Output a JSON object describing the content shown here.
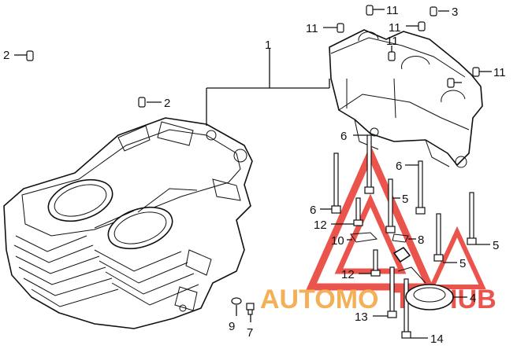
{
  "callouts": {
    "c1": "1",
    "c2a": "2",
    "c2b": "2",
    "c3": "3",
    "c4": "4",
    "c5a": "5",
    "c5b": "5",
    "c5c": "5",
    "c6a": "6",
    "c6b": "6",
    "c6c": "6",
    "c7": "7",
    "c8": "8",
    "c9": "9",
    "c10": "10",
    "c11a": "11",
    "c11b": "11",
    "c11c": "11",
    "c11d": "11",
    "c11e": "11",
    "c12a": "12",
    "c12b": "12",
    "c13": "13",
    "c14": "14"
  },
  "watermark": {
    "text_left": "AUTOMO",
    "text_right": "TO HUB",
    "color_primary": "#e8372f",
    "color_secondary": "#f2a33a"
  }
}
